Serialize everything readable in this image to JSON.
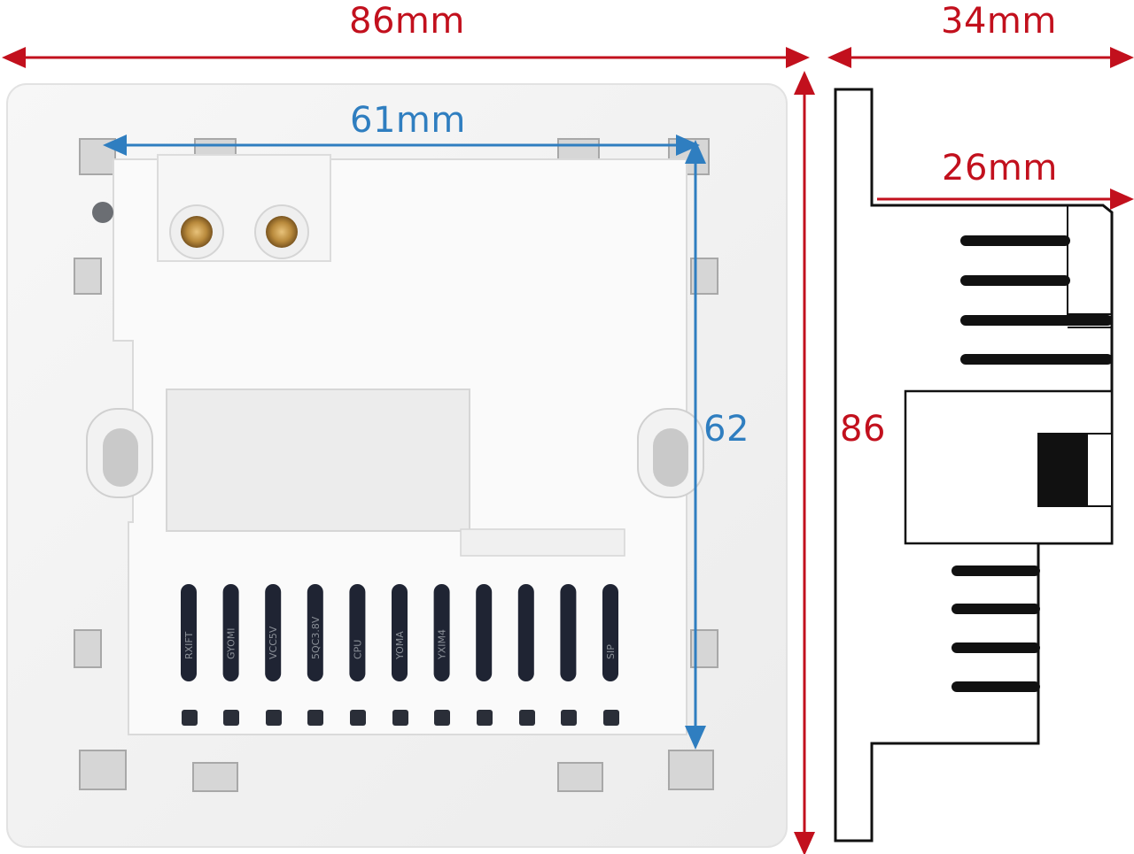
{
  "dimensions": {
    "front_width": "86mm",
    "side_depth": "34mm",
    "module_width": "61mm",
    "module_height": "62",
    "module_depth": "26mm",
    "front_height": "86"
  },
  "vent_labels": [
    "RXIFT",
    "GYOMI",
    "VCC5V",
    "5QC3.8V",
    "CPU",
    "YOMA",
    "YXIM4",
    "",
    "",
    "",
    "SIP"
  ],
  "colors": {
    "dimension_red": "#c2101d",
    "dimension_blue": "#2f7ec0",
    "plate_white": "#f4f4f4",
    "slot_dark": "#1f2433"
  }
}
